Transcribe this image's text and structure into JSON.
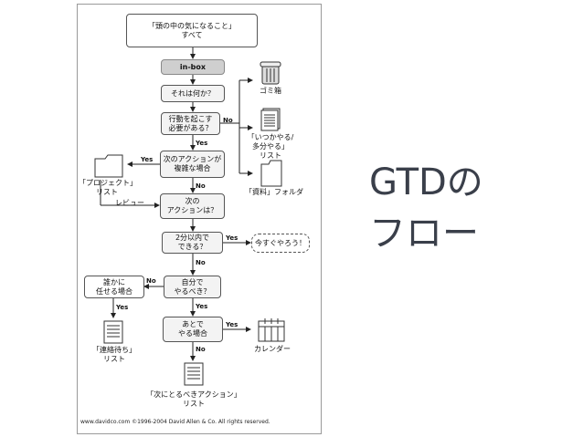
{
  "diagram": {
    "top_box": "「頭の中の気になること」\nすべて",
    "inbox": "in-box",
    "what": "それは何か？",
    "action": "行動を起こす\n必要がある？",
    "multi": "次のアクションが\n複雑な場合",
    "next_action": "次の\nアクションは？",
    "two_min": "2分以内で\nできる？",
    "do_now": "今すぐやろう！",
    "self": "自分で\nやるべき？",
    "later": "あとで\nやる場合",
    "delegate": "誰かに\n任せる場合",
    "trash": "ゴミ箱",
    "someday": "「いつかやる/\n多分やる」\nリスト",
    "reference": "「資料」フォルダ",
    "project": "「プロジェクト」\nリスト",
    "review": "レビュー",
    "waiting": "「連絡待ち」\nリスト",
    "calendar": "カレンダー",
    "next_list": "「次にとるべきアクション」\nリスト",
    "yes": "Yes",
    "no": "No",
    "footer": "www.davidco.com ©1996-2004 David Allen & Co.  All rights reserved."
  },
  "slide": {
    "title": "GTDの\nフロー"
  }
}
